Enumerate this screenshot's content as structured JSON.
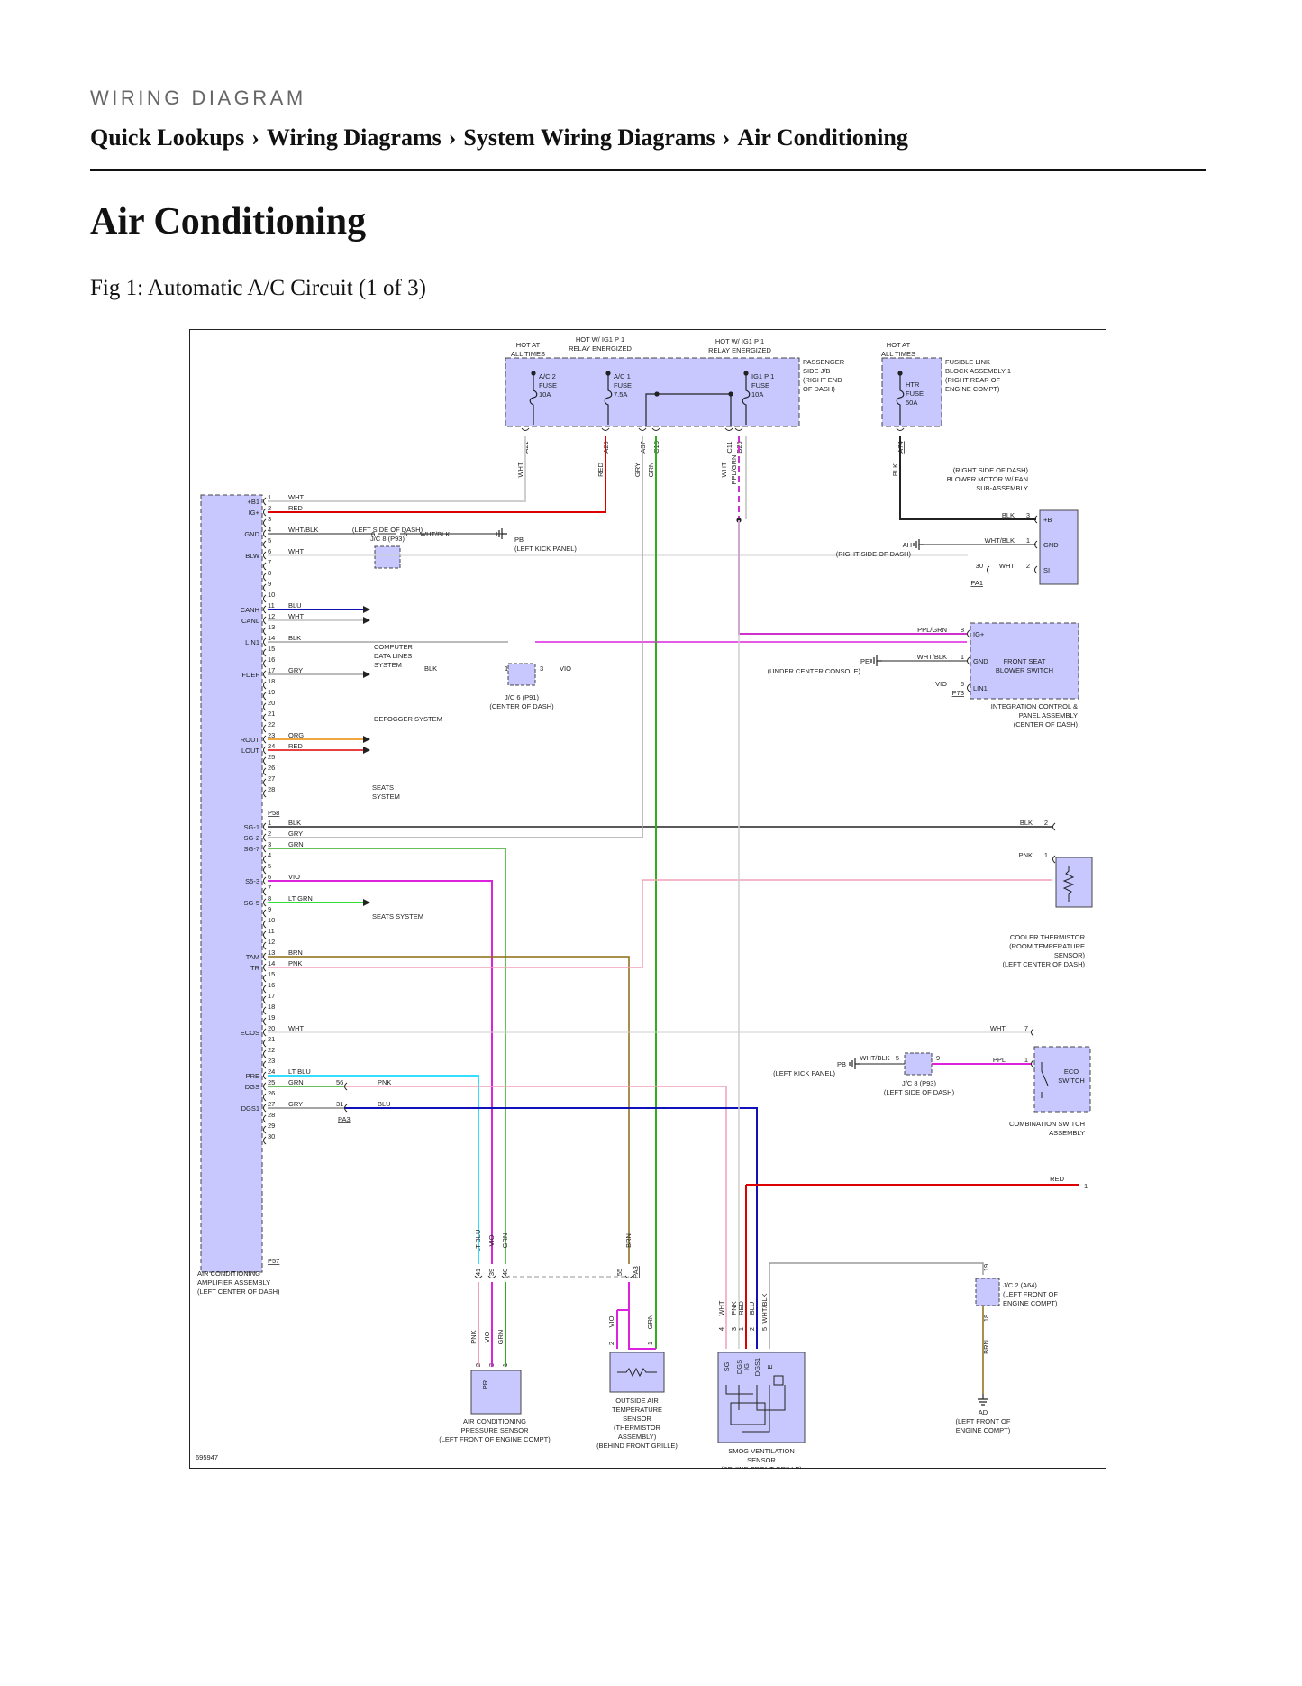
{
  "header": {
    "kicker": "WIRING DIAGRAM",
    "breadcrumb": [
      "Quick Lookups",
      "Wiring Diagrams",
      "System Wiring Diagrams",
      "Air Conditioning"
    ],
    "separator": "›"
  },
  "page_title": "Air Conditioning",
  "figure_caption": "Fig 1: Automatic A/C Circuit (1 of 3)",
  "diagram_id": "695947",
  "colors": {
    "component_fill": "#c8c8ff",
    "WHT": "#cfcfcf",
    "RED": "#dd0000",
    "GRY": "#a8a8a8",
    "GRN": "#33aa22",
    "BLK": "#222222",
    "BLU": "#1111bb",
    "VIO": "#dd22dd",
    "PNK": "#f0a0b8",
    "PPL_GRN": "#cc33cc",
    "LT_GRN": "#33dd33",
    "LT_BLU": "#33ddff",
    "ORG": "#ee8800",
    "BRN": "#8b6a14"
  },
  "top_labels": {
    "hot1": [
      "HOT AT",
      "ALL TIMES"
    ],
    "hot2": [
      "HOT W/ IG1 P 1",
      "RELAY ENERGIZED"
    ],
    "hot3": [
      "HOT W/ IG1 P 1",
      "RELAY ENERGIZED"
    ],
    "hot4": [
      "HOT AT",
      "ALL TIMES"
    ],
    "jb": [
      "PASSENGER",
      "SIDE J/B",
      "(RIGHT END",
      "OF DASH)"
    ],
    "fl": [
      "FUSIBLE LINK",
      "BLOCK ASSEMBLY 1",
      "(RIGHT REAR OF",
      "ENGINE COMPT)"
    ]
  },
  "fuses": {
    "f1": [
      "A/C 2",
      "FUSE",
      "10A"
    ],
    "f2": [
      "A/C 1",
      "FUSE",
      "7.5A"
    ],
    "f3": [
      "IG1 P 1",
      "FUSE",
      "10A"
    ],
    "f4": [
      "HTR",
      "FUSE",
      "50A"
    ]
  },
  "connectors_top": [
    "A21",
    "A20",
    "A37",
    "C16",
    "C11",
    "B26",
    "A74"
  ],
  "wires_top": [
    "WHT",
    "RED",
    "GRY",
    "GRN",
    "WHT",
    "PPL/GRN",
    "BLK"
  ],
  "amp": {
    "name": [
      "AIR CONDITIONING",
      "AMPLIFIER ASSEMBLY",
      "(LEFT CENTER OF DASH)"
    ],
    "p58": "P58",
    "p57": "P57",
    "upper": [
      {
        "pin": "1",
        "label": "+B1",
        "wire": "WHT"
      },
      {
        "pin": "2",
        "label": "IG+",
        "wire": "RED"
      },
      {
        "pin": "3",
        "label": "",
        "wire": ""
      },
      {
        "pin": "4",
        "label": "GND",
        "wire": "WHT/BLK"
      },
      {
        "pin": "5",
        "label": "",
        "wire": ""
      },
      {
        "pin": "6",
        "label": "BLW",
        "wire": "WHT"
      },
      {
        "pin": "7"
      },
      {
        "pin": "8"
      },
      {
        "pin": "9"
      },
      {
        "pin": "10"
      },
      {
        "pin": "11",
        "label": "CANH",
        "wire": "BLU"
      },
      {
        "pin": "12",
        "label": "CANL",
        "wire": "WHT"
      },
      {
        "pin": "13"
      },
      {
        "pin": "14",
        "label": "LIN1",
        "wire": "BLK"
      },
      {
        "pin": "15"
      },
      {
        "pin": "16"
      },
      {
        "pin": "17",
        "label": "FDEF",
        "wire": "GRY"
      },
      {
        "pin": "18"
      },
      {
        "pin": "19"
      },
      {
        "pin": "20"
      },
      {
        "pin": "21"
      },
      {
        "pin": "22"
      },
      {
        "pin": "23",
        "label": "ROUT",
        "wire": "ORG"
      },
      {
        "pin": "24",
        "label": "LOUT",
        "wire": "RED"
      },
      {
        "pin": "25"
      },
      {
        "pin": "26"
      },
      {
        "pin": "27"
      },
      {
        "pin": "28"
      }
    ],
    "lower": [
      {
        "pin": "1",
        "label": "SG-1",
        "wire": "BLK"
      },
      {
        "pin": "2",
        "label": "SG-2",
        "wire": "GRY"
      },
      {
        "pin": "3",
        "label": "SG-7",
        "wire": "GRN"
      },
      {
        "pin": "4"
      },
      {
        "pin": "5"
      },
      {
        "pin": "6",
        "label": "S5-3",
        "wire": "VIO"
      },
      {
        "pin": "7"
      },
      {
        "pin": "8",
        "label": "SG-5",
        "wire": "LT GRN"
      },
      {
        "pin": "9"
      },
      {
        "pin": "10"
      },
      {
        "pin": "11"
      },
      {
        "pin": "12"
      },
      {
        "pin": "13",
        "label": "TAM",
        "wire": "BRN"
      },
      {
        "pin": "14",
        "label": "TR",
        "wire": "PNK"
      },
      {
        "pin": "15"
      },
      {
        "pin": "16"
      },
      {
        "pin": "17"
      },
      {
        "pin": "18"
      },
      {
        "pin": "19"
      },
      {
        "pin": "20",
        "label": "ECOS",
        "wire": "WHT"
      },
      {
        "pin": "21"
      },
      {
        "pin": "22"
      },
      {
        "pin": "23"
      },
      {
        "pin": "24",
        "label": "PRE",
        "wire": "LT BLU"
      },
      {
        "pin": "25",
        "label": "DGS",
        "wire": "GRN"
      },
      {
        "pin": "26"
      },
      {
        "pin": "27",
        "label": "DGS1",
        "wire": "GRY"
      },
      {
        "pin": "28"
      },
      {
        "pin": "29"
      },
      {
        "pin": "30"
      }
    ]
  },
  "labels": {
    "jc8_top": [
      "(LEFT SIDE OF DASH)",
      "J/C 8 (P93)"
    ],
    "jc8_pins": [
      "6",
      "5"
    ],
    "pb": "PB",
    "left_kick": "(LEFT KICK PANEL)",
    "comp_data": [
      "COMPUTER",
      "DATA LINES",
      "SYSTEM"
    ],
    "jc6": [
      "J/C 6 (P91)",
      "(CENTER OF DASH)"
    ],
    "jc6_pins": [
      "1",
      "3"
    ],
    "defog": "DEFOGGER SYSTEM",
    "seats": [
      "SEATS",
      "SYSTEM"
    ],
    "seats2": "SEATS SYSTEM",
    "blower": [
      "(RIGHT SIDE OF DASH)",
      "BLOWER MOTOR W/ FAN",
      "SUB-ASSEMBLY"
    ],
    "blower_pins": [
      {
        "n": "+B",
        "p": "3",
        "w": "BLK"
      },
      {
        "n": "GND",
        "p": "1",
        "w": "WHT/BLK"
      },
      {
        "n": "SI",
        "p": "2",
        "w": "WHT"
      }
    ],
    "ah": "AH",
    "right_side": "(RIGHT SIDE OF DASH)",
    "pa1": "PA1",
    "pin30": "30",
    "front_seat": [
      "FRONT SEAT",
      "BLOWER SWITCH"
    ],
    "icp": [
      "INTEGRATION CONTROL &",
      "PANEL ASSEMBLY",
      "(CENTER OF DASH)"
    ],
    "icp_pins": [
      {
        "n": "IG+",
        "p": "8",
        "w": "PPL/GRN"
      },
      {
        "n": "GND",
        "p": "1",
        "w": "WHT/BLK"
      },
      {
        "n": "LIN1",
        "p": "6",
        "w": "VIO"
      }
    ],
    "pe": "PE",
    "under_console": "(UNDER CENTER CONSOLE)",
    "p73": "P73",
    "cooler": [
      "COOLER THERMISTOR",
      "(ROOM TEMPERATURE",
      "SENSOR)",
      "(LEFT CENTER OF DASH)"
    ],
    "cooler_pins": [
      {
        "p": "2",
        "w": "BLK"
      },
      {
        "p": "1",
        "w": "PNK"
      }
    ],
    "pb2": "PB",
    "left_kick2": "(LEFT KICK PANEL)",
    "jc8b": [
      "J/C 8 (P93)",
      "(LEFT SIDE OF DASH)"
    ],
    "jc8b_pins": [
      "5",
      "9"
    ],
    "eco": [
      "ECO",
      "SWITCH"
    ],
    "combo": [
      "COMBINATION SWITCH",
      "ASSEMBLY"
    ],
    "eco_pins": [
      {
        "p": "1",
        "w": "PPL"
      },
      {
        "p": "7",
        "w": "WHT"
      }
    ],
    "red_right": "RED",
    "red_right_pin": "1",
    "pa3": "PA3",
    "pin56": "56",
    "pin31": "31",
    "acps": [
      "AIR CONDITIONING",
      "PRESSURE SENSOR",
      "(LEFT FRONT OF ENGINE COMPT)"
    ],
    "acps_pr": "PR",
    "oat": [
      "OUTSIDE AIR",
      "TEMPERATURE",
      "SENSOR",
      "(THERMISTOR",
      "ASSEMBLY)",
      "(BEHIND FRONT GRILLE)"
    ],
    "smog": [
      "SMOG VENTILATION",
      "SENSOR",
      "(BEHIND FRONT GRILLE)"
    ],
    "smog_pins": [
      "SG",
      "DGS",
      "IG",
      "DGS1",
      "E"
    ],
    "jc2": [
      "J/C 2 (A64)",
      "(LEFT FRONT OF",
      "ENGINE COMPT)"
    ],
    "ad": [
      "AD",
      "(LEFT FRONT OF",
      "ENGINE COMPT)"
    ],
    "bottom_wires": {
      "c41": [
        "LT BLU",
        "41",
        "PNK",
        "2"
      ],
      "c39": [
        "VIO",
        "39",
        "VIO",
        "3"
      ],
      "c40": [
        "GRN",
        "40",
        "GRN",
        "1"
      ],
      "c55": [
        "BRN",
        "55",
        "PA3"
      ],
      "oat_pins": [
        "VIO",
        "2",
        "GRN",
        "1"
      ],
      "smog_wires": [
        {
          "w": "WHT",
          "p": "4"
        },
        {
          "w": "PNK",
          "p": "3"
        },
        {
          "w": "RED",
          "p": "1"
        },
        {
          "w": "BLU",
          "p": "2"
        },
        {
          "w": "WHT/BLK",
          "p": "5"
        }
      ],
      "jc2_pins": [
        "19",
        "18",
        "BRN"
      ]
    }
  }
}
